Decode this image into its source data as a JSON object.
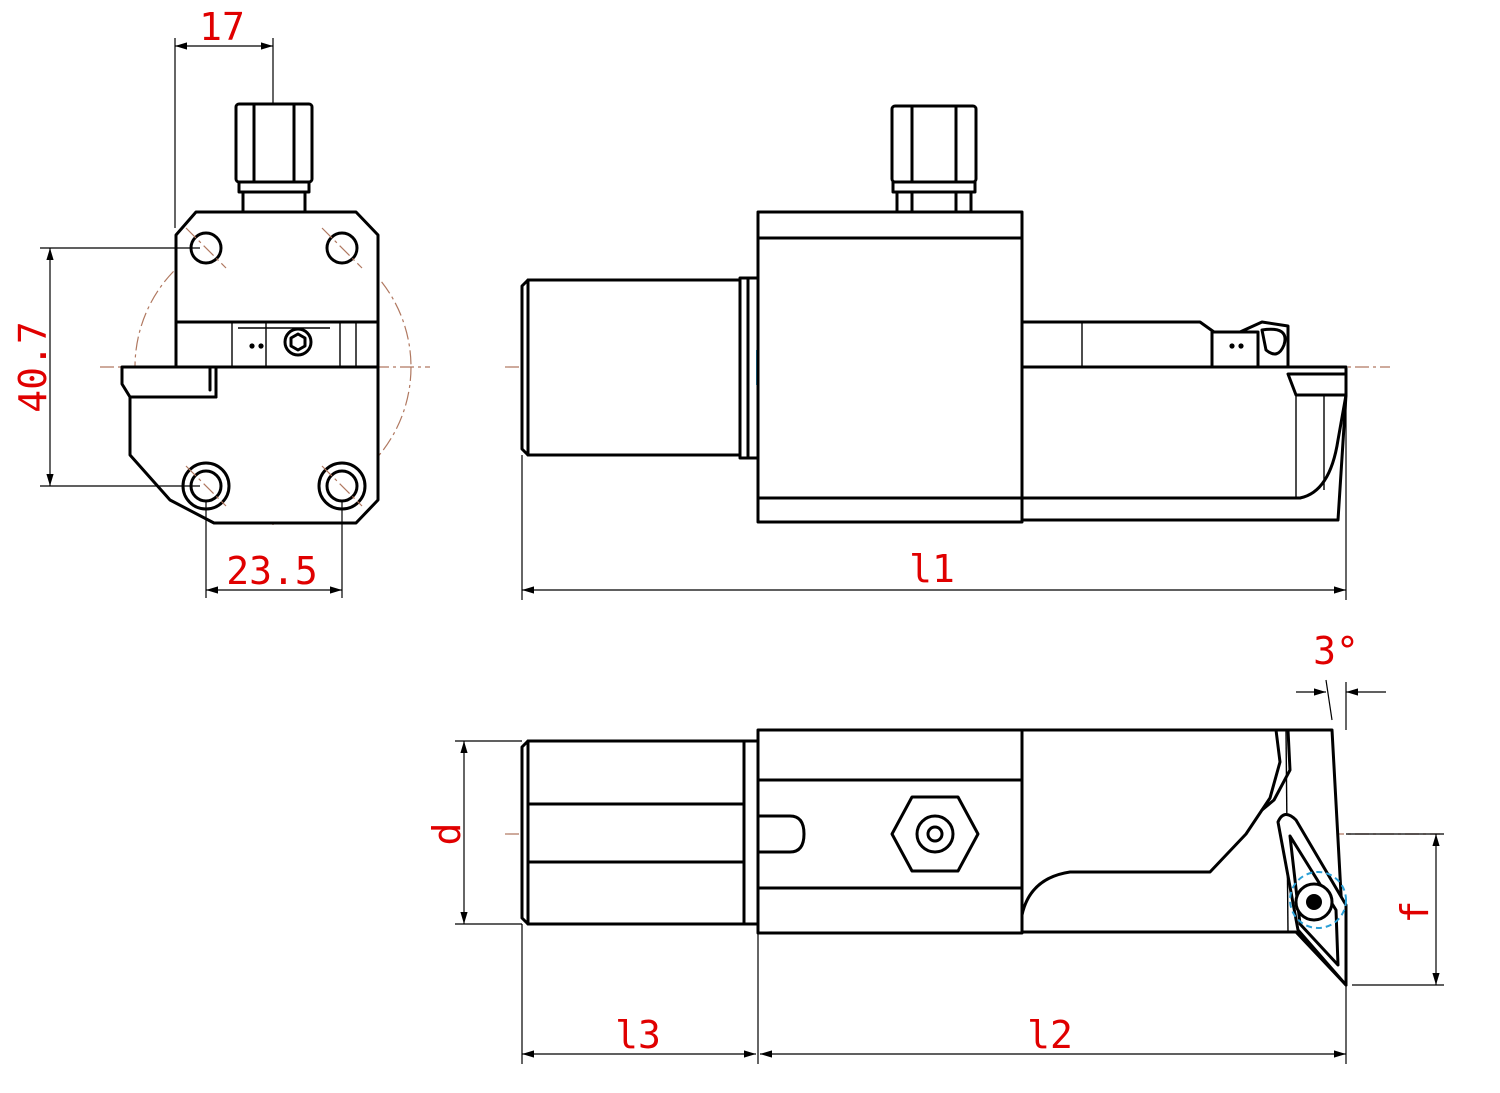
{
  "drawing": {
    "views": [
      "front-view",
      "side-view",
      "top-view"
    ],
    "dimensions": {
      "front_width_top": "17",
      "front_height": "40.7",
      "front_hole_spacing": "23.5",
      "side_length_total": "l1",
      "top_shank_length": "l3",
      "top_body_length": "l2",
      "top_shank_diameter": "d",
      "top_offset": "f",
      "top_angle": "3°"
    },
    "colors": {
      "dimension_text": "#e00000",
      "center_line": "#b07860",
      "coolant_mark": "#2a9fd6",
      "outline": "#000000"
    }
  }
}
